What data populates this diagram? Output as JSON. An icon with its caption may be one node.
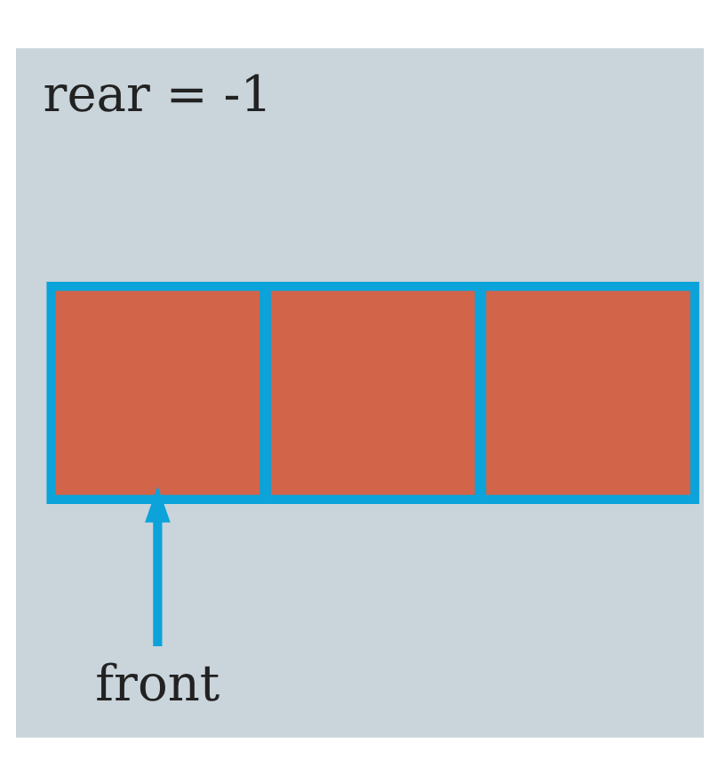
{
  "diagram": {
    "nodes": [
      {
        "text": [],
        "shape": "box"
      },
      {
        "text": [],
        "shape": "box"
      },
      {
        "text": [],
        "shape": "box"
      },
      {
        "text": [
          "front"
        ]
      }
    ],
    "edges": [
      {
        "from": 3,
        "to": 0,
        "arrow": "to"
      }
    ],
    "labels": [
      "rear = -1"
    ]
  }
}
